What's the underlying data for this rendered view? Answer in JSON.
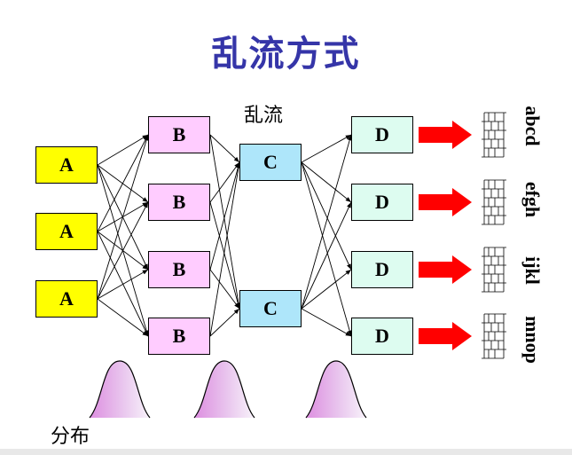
{
  "title": "乱流方式",
  "labels": {
    "turbulence": "乱流",
    "distribution": "分布"
  },
  "nodes": {
    "a": "A",
    "b": "B",
    "c": "C",
    "d": "D"
  },
  "outputs": [
    "abcd",
    "efgh",
    "ijkl",
    "mnop"
  ],
  "colors": {
    "title": "#3535a8",
    "a_fill": "#ffff00",
    "b_fill": "#ffccff",
    "c_fill": "#aee6fa",
    "d_fill": "#ddfcf0",
    "arrow": "#ff0000"
  }
}
